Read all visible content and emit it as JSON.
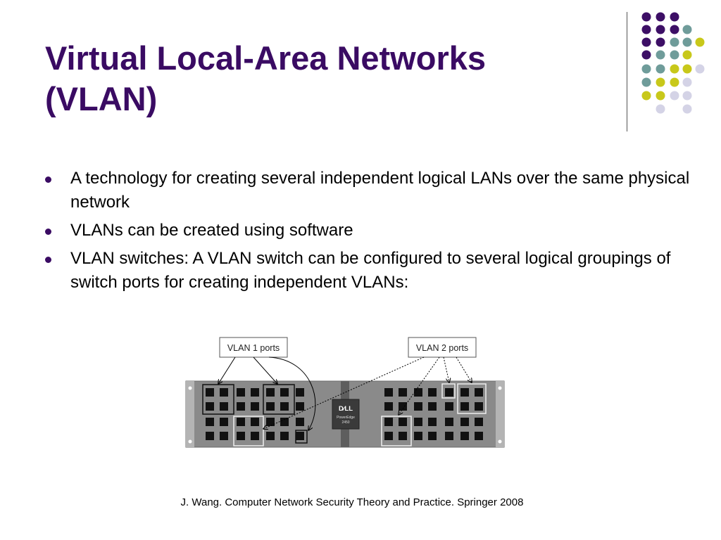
{
  "title": {
    "line1": "Virtual Local-Area Networks",
    "line2": "(VLAN)"
  },
  "bullets": [
    "A technology for creating several independent logical LANs over the same physical network",
    "VLANs can be created using software",
    "VLAN switches: A VLAN switch can be configured to several logical groupings of switch ports for creating independent VLANs:"
  ],
  "figure": {
    "vlan1_label": "VLAN 1 ports",
    "vlan2_label": "VLAN 2 ports",
    "brand": "D∕LL",
    "model_line1": "PowerEdge",
    "model_line2": "2450"
  },
  "caption": "J. Wang. Computer Network Security Theory and Practice. Springer 2008",
  "colors": {
    "title": "#3a0b63",
    "bullet": "#3a0b63",
    "dot_purple": "#3d0f66",
    "dot_teal": "#6f9c9a",
    "dot_yellow": "#c8c81a",
    "dot_lavender": "#d4d3e6"
  }
}
